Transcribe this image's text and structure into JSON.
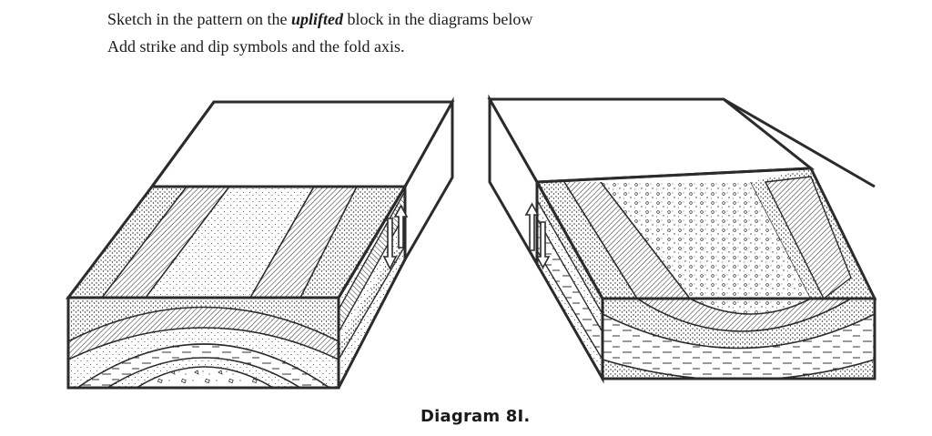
{
  "instructions": {
    "line1_before": "Sketch in the pattern on the ",
    "line1_emphasis": "uplifted",
    "line1_after": " block in the diagrams below",
    "line2": "Add strike and dip symbols and the fold axis."
  },
  "caption": "Diagram 8I.",
  "blocks": {
    "left": {
      "fold_shape": "arch",
      "motion_arrows": [
        "up",
        "down"
      ]
    },
    "right": {
      "fold_shape": "trough",
      "motion_arrows": [
        "up",
        "down"
      ]
    }
  },
  "colors": {
    "line": "#2b2b2b",
    "background": "#ffffff"
  }
}
